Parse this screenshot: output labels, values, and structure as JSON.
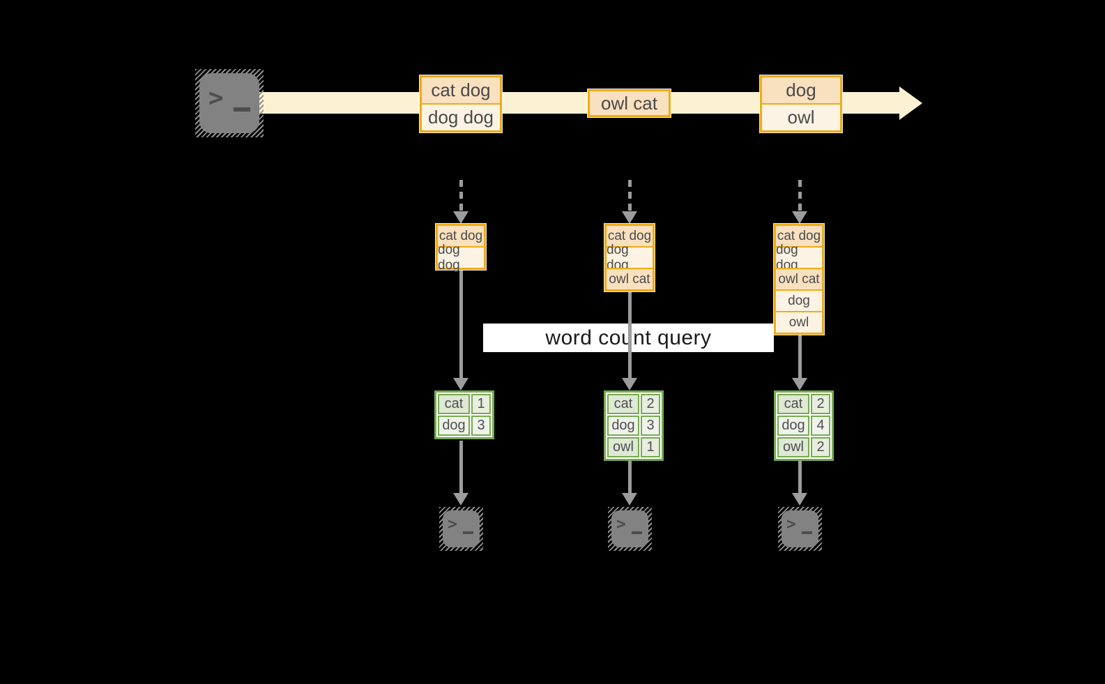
{
  "banner": {
    "label": "word count query"
  },
  "colors": {
    "background": "#000000",
    "stream_band": "#faf2d2",
    "orange_border": "#f0ab13",
    "peach_fill": "#f9e0bf",
    "cream_fill": "#fdf3e4",
    "green_border": "#76ab4e",
    "green_cell_dark": "#dfe8d5",
    "green_cell_light": "#eff3eb",
    "arrow_gray": "#9c9c9c",
    "terminal_gray": "#828282"
  },
  "icons": {
    "producer": "terminal-icon",
    "consumer": "terminal-icon"
  },
  "stream": {
    "boxes": [
      {
        "rows": [
          "cat dog",
          "dog dog"
        ]
      },
      {
        "rows": [
          "owl cat"
        ]
      },
      {
        "rows": [
          "dog",
          "owl"
        ]
      }
    ]
  },
  "pipelines": [
    {
      "buffer": [
        "cat dog",
        "dog dog"
      ],
      "counts": [
        [
          "cat",
          "1"
        ],
        [
          "dog",
          "3"
        ]
      ]
    },
    {
      "buffer": [
        "cat dog",
        "dog dog",
        "owl cat"
      ],
      "counts": [
        [
          "cat",
          "2"
        ],
        [
          "dog",
          "3"
        ],
        [
          "owl",
          "1"
        ]
      ]
    },
    {
      "buffer": [
        "cat dog",
        "dog dog",
        "owl cat",
        "dog",
        "owl"
      ],
      "counts": [
        [
          "cat",
          "2"
        ],
        [
          "dog",
          "4"
        ],
        [
          "owl",
          "2"
        ]
      ]
    }
  ]
}
